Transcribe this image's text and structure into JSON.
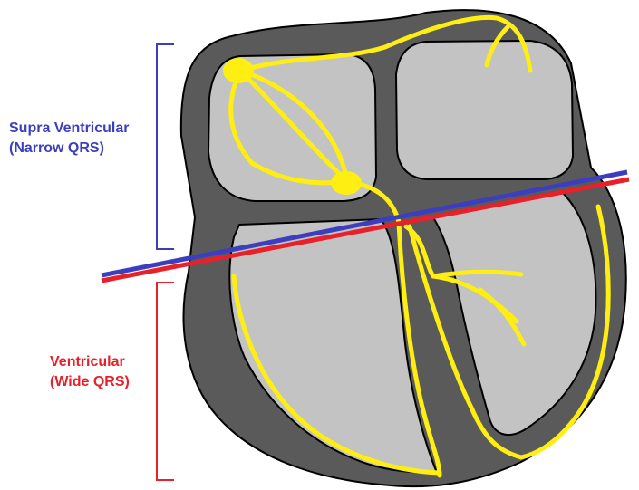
{
  "labels": {
    "supra": {
      "line1": "Supra Ventricular",
      "line2": "(Narrow QRS)",
      "color": "#3b3fbf"
    },
    "ventricular": {
      "line1": "Ventricular",
      "line2": "(Wide QRS)",
      "color": "#e8202a"
    }
  },
  "colors": {
    "heart_wall": "#5a5a5a",
    "chamber": "#c3c3c3",
    "conduction": "#ffee11",
    "divider_blue": "#3b3fbf",
    "divider_red": "#e8202a"
  }
}
